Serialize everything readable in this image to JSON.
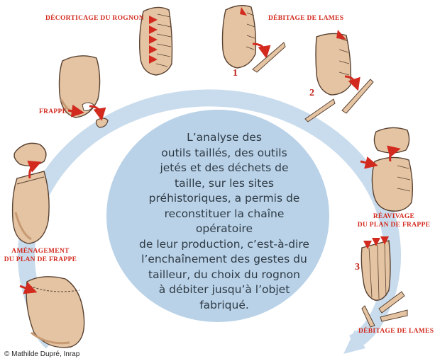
{
  "labels": {
    "decorticage": "DÉCORTICAGE DU ROGNON",
    "debitage_top": "DÉBITAGE DE LAMES",
    "frappe": "FRAPPE",
    "amenagement_1": "AMÉNAGEMENT",
    "amenagement_2": "DU PLAN DE FRAPPE",
    "reavivage_1": "RÉAVIVAGE",
    "reavivage_2": "DU PLAN DE FRAPPE",
    "debitage_bottom": "DÉBITAGE DE LAMES"
  },
  "step_numbers": [
    "1",
    "2",
    "3"
  ],
  "center_text_lines": [
    "L’analyse des",
    "outils taillés, des outils",
    "jetés et des déchets de",
    "taille, sur les sites",
    "préhistoriques, a permis de",
    "reconstituer la chaîne opératoire",
    "de leur production, c’est-à-dire",
    "l’enchaînement des gestes du",
    "tailleur, du choix du rognon",
    "à débiter jusqu’à l’objet",
    "fabriqué."
  ],
  "credit": "© Mathilde Dupré, Inrap",
  "colors": {
    "ring": "#c9dced",
    "center_disc": "#b9d2e8",
    "flint": "#e4c4a2",
    "flint_shadow": "#c79a73",
    "outline": "#5a4232",
    "accent_red": "#d22a1e"
  }
}
